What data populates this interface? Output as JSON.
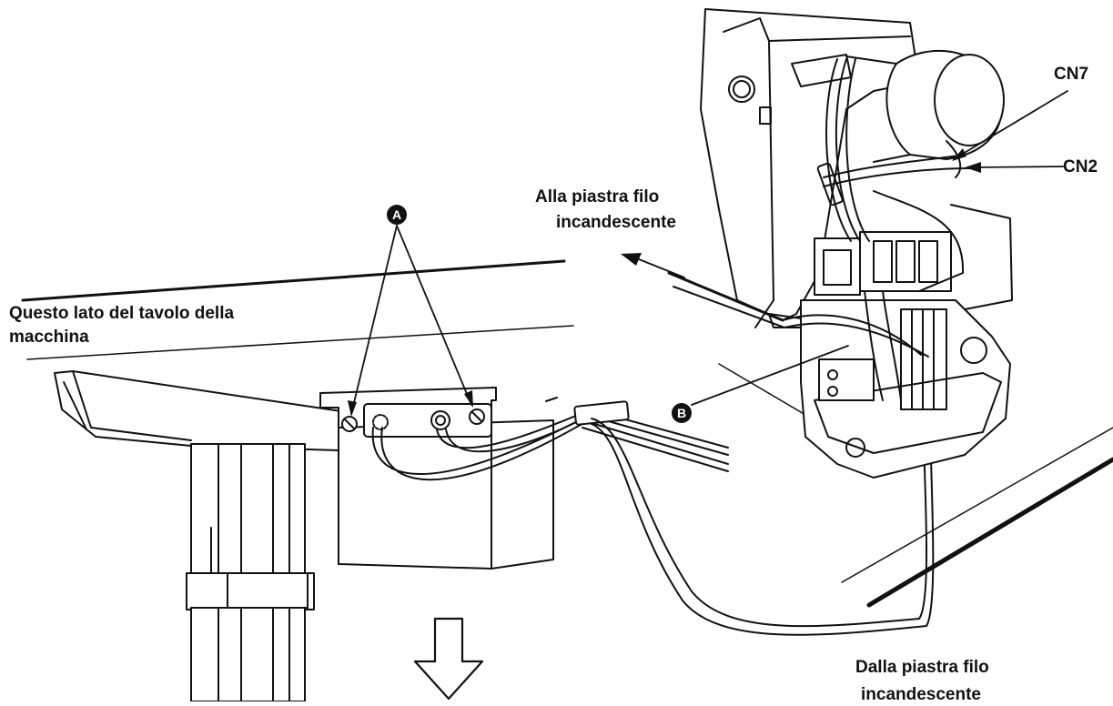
{
  "labels": {
    "cn7": "CN7",
    "cn2": "CN2",
    "to_plate_line1": "Alla piastra filo",
    "to_plate_line2": "incandescente",
    "table_side_line1": "Questo lato del tavolo della",
    "table_side_line2": "macchina",
    "from_plate_line1": "Dalla piastra filo",
    "from_plate_line2": "incandescente"
  },
  "markers": {
    "a": "A",
    "b": "B"
  },
  "colors": {
    "ink": "#111111",
    "background": "#ffffff"
  },
  "icons": {
    "down_arrow": "hollow-down-arrow-icon"
  }
}
